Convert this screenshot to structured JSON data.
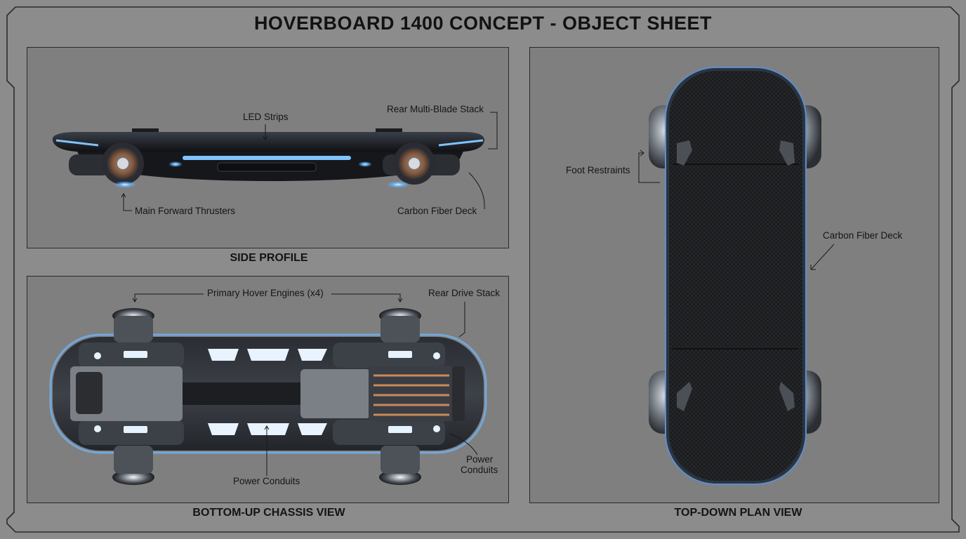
{
  "sheet": {
    "title": "HOVERBOARD 1400 CONCEPT - OBJECT SHEET"
  },
  "colors": {
    "background": "#8c8c8c",
    "panel": "#7f7f7f",
    "led_glow": "#5fb4ff",
    "deck": "#1d1d1f",
    "metal": "#8d9298"
  },
  "side_profile": {
    "title": "SIDE PROFILE",
    "labels": {
      "led_strips": "LED Strips",
      "rear_stack": "Rear Multi-Blade Stack",
      "main_thrusters": "Main Forward Thrusters",
      "deck": "Carbon Fiber Deck"
    }
  },
  "chassis_view": {
    "title": "BOTTOM-UP CHASSIS VIEW",
    "labels": {
      "hover_engines": "Primary Hover Engines (x4)",
      "rear_drive": "Rear Drive Stack",
      "power_conduits_center": "Power Conduits",
      "power_conduits_right_1": "Power",
      "power_conduits_right_2": "Conduits"
    }
  },
  "plan_view": {
    "title": "TOP-DOWN PLAN VIEW",
    "labels": {
      "foot_restraints": "Foot Restraints",
      "deck": "Carbon Fiber Deck"
    }
  },
  "icons": [
    "hoverboard-side-illustration",
    "hoverboard-chassis-illustration",
    "hoverboard-plan-illustration"
  ]
}
